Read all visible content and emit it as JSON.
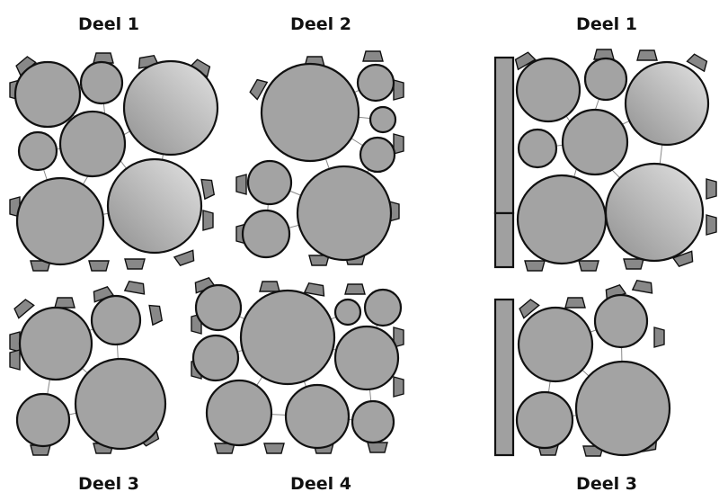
{
  "labels": {
    "top_left": "Deel 1",
    "top_mid": "Deel 2",
    "top_right": "Deel 1",
    "bottom_left": "Deel 3",
    "bottom_mid": "Deel 4",
    "bottom_right": "Deel 3"
  },
  "colors": {
    "disc_fill": "#a3a3a3",
    "disc_outline": "#111111",
    "connector": "#888888",
    "gradient_light": "#e2e2e2",
    "gradient_dark": "#8f8f8f",
    "rail_fill": "#a0a0a0"
  }
}
